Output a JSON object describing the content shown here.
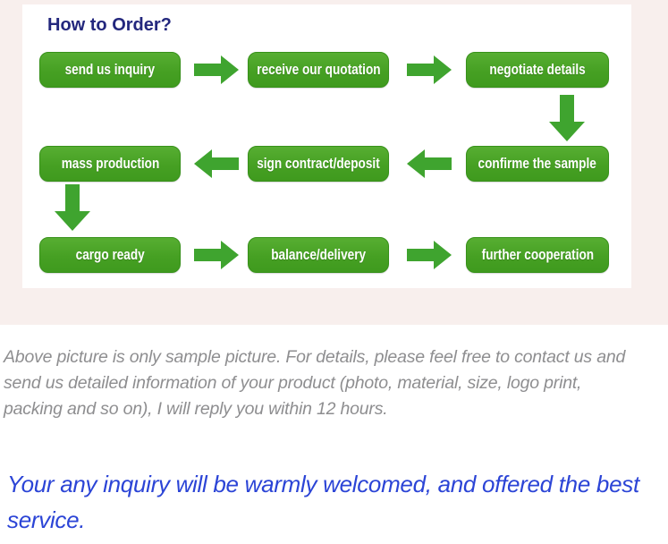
{
  "colors": {
    "background_pink": "#f8efed",
    "picture_white": "#ffffff",
    "button_green": "#46a023",
    "button_border_green": "#37911a",
    "arrow_green": "#3fa42f",
    "title_navy": "#23277d",
    "note_gray": "#8e8e90",
    "footer_blue": "#2b44d6"
  },
  "flow": {
    "title": "How to Order?",
    "rows": [
      {
        "direction": "right",
        "steps": [
          "send us inquiry",
          "receive our quotation",
          "negotiate details"
        ]
      },
      {
        "direction": "left",
        "steps": [
          "mass production",
          "sign contract/deposit",
          "confirme the sample"
        ]
      },
      {
        "direction": "right",
        "steps": [
          "cargo ready",
          "balance/delivery",
          "further cooperation"
        ]
      }
    ]
  },
  "note": {
    "lines": [
      "Above picture is only sample picture. For details, please feel free to contact us and",
      "send us detailed information of your product (photo, material, size, logo print,",
      "packing and so on), I will reply you within 12 hours."
    ]
  },
  "footer": {
    "lines": [
      "Your any inquiry will be warmly welcomed, and offered the best",
      "service."
    ]
  }
}
